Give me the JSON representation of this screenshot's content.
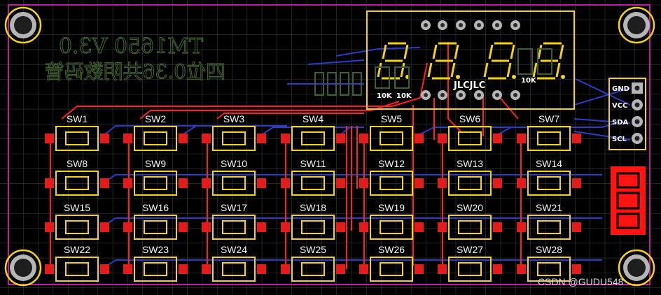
{
  "board": {
    "silkscreen_line1": "TM1650 V3.0",
    "silkscreen_line2": "四位0.36共阴数码管",
    "footprint_mark": "JLCJLC",
    "resistor_labels": [
      "10K",
      "10K",
      "10K"
    ]
  },
  "connector": {
    "pins": [
      "GND",
      "VCC",
      "SDA",
      "SCL"
    ]
  },
  "display": {
    "digits": [
      "8.",
      "8.",
      "8.",
      "8."
    ]
  },
  "switches": [
    [
      "SW1",
      "SW2",
      "SW3",
      "SW4",
      "SW5",
      "SW6",
      "SW7"
    ],
    [
      "SW8",
      "SW9",
      "SW10",
      "SW11",
      "SW12",
      "SW13",
      "SW14"
    ],
    [
      "SW15",
      "SW16",
      "SW17",
      "SW18",
      "SW19",
      "SW20",
      "SW21"
    ],
    [
      "SW22",
      "SW23",
      "SW24",
      "SW25",
      "SW26",
      "SW27",
      "SW28"
    ]
  ],
  "watermark": "CSDN @GUDU548",
  "colors": {
    "background": "#000000",
    "grid": "#3a3a3a",
    "outline": "#c01aa0",
    "top_copper": "#ff2020",
    "bottom_copper": "#2a3cc8",
    "silk": "#f2d21b",
    "pad": "#e21b1b",
    "mounting_hole": "#f2d21b"
  }
}
